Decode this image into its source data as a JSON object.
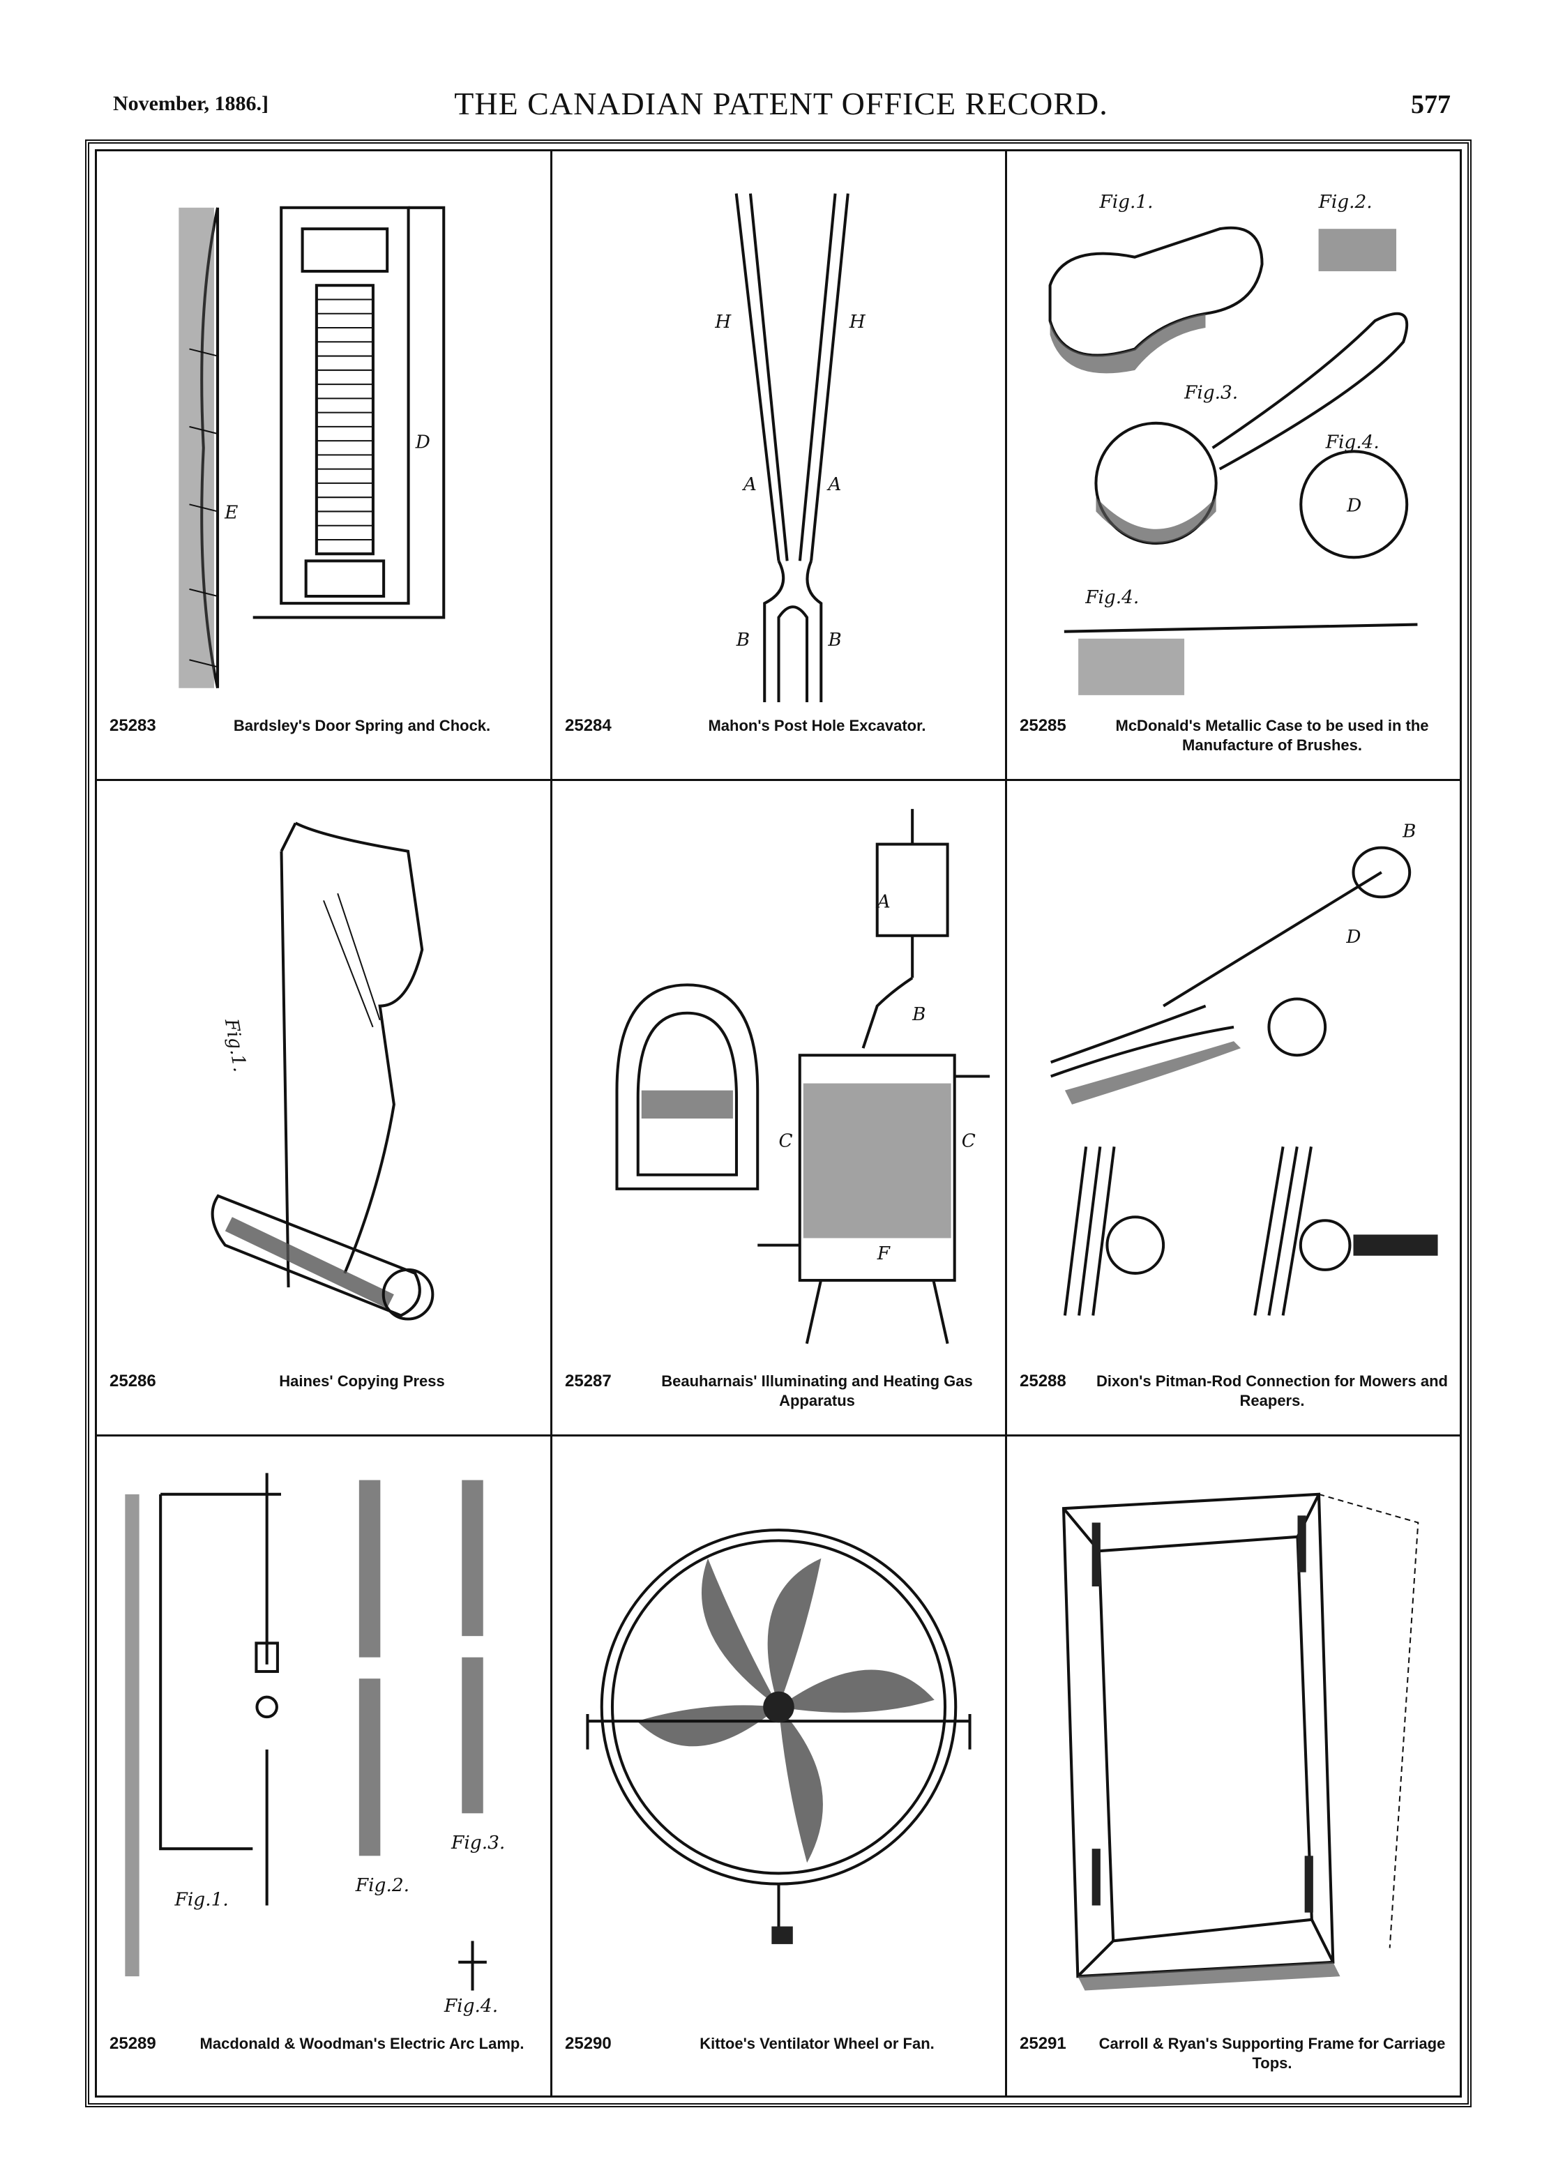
{
  "header": {
    "date": "November, 1886.]",
    "title": "THE CANADIAN PATENT OFFICE RECORD.",
    "page_number": "577"
  },
  "patents": [
    {
      "number": "25283",
      "caption": "Bardsley's Door Spring and Chock."
    },
    {
      "number": "25284",
      "caption": "Mahon's Post Hole Excavator."
    },
    {
      "number": "25285",
      "caption": "McDonald's Metallic Case to be used in the Manufacture of Brushes."
    },
    {
      "number": "25286",
      "caption": "Haines' Copying Press"
    },
    {
      "number": "25287",
      "caption": "Beauharnais' Illuminating and Heating Gas Apparatus"
    },
    {
      "number": "25288",
      "caption": "Dixon's Pitman-Rod Connection for Mowers and Reapers."
    },
    {
      "number": "25289",
      "caption": "Macdonald & Woodman's Electric Arc Lamp."
    },
    {
      "number": "25290",
      "caption": "Kittoe's Ventilator Wheel or Fan."
    },
    {
      "number": "25291",
      "caption": "Carroll & Ryan's Supporting Frame for Carriage Tops."
    }
  ],
  "figure_labels": {
    "fig1": "Fig.1.",
    "fig2": "Fig.2.",
    "fig3": "Fig.3.",
    "fig4": "Fig.4."
  }
}
